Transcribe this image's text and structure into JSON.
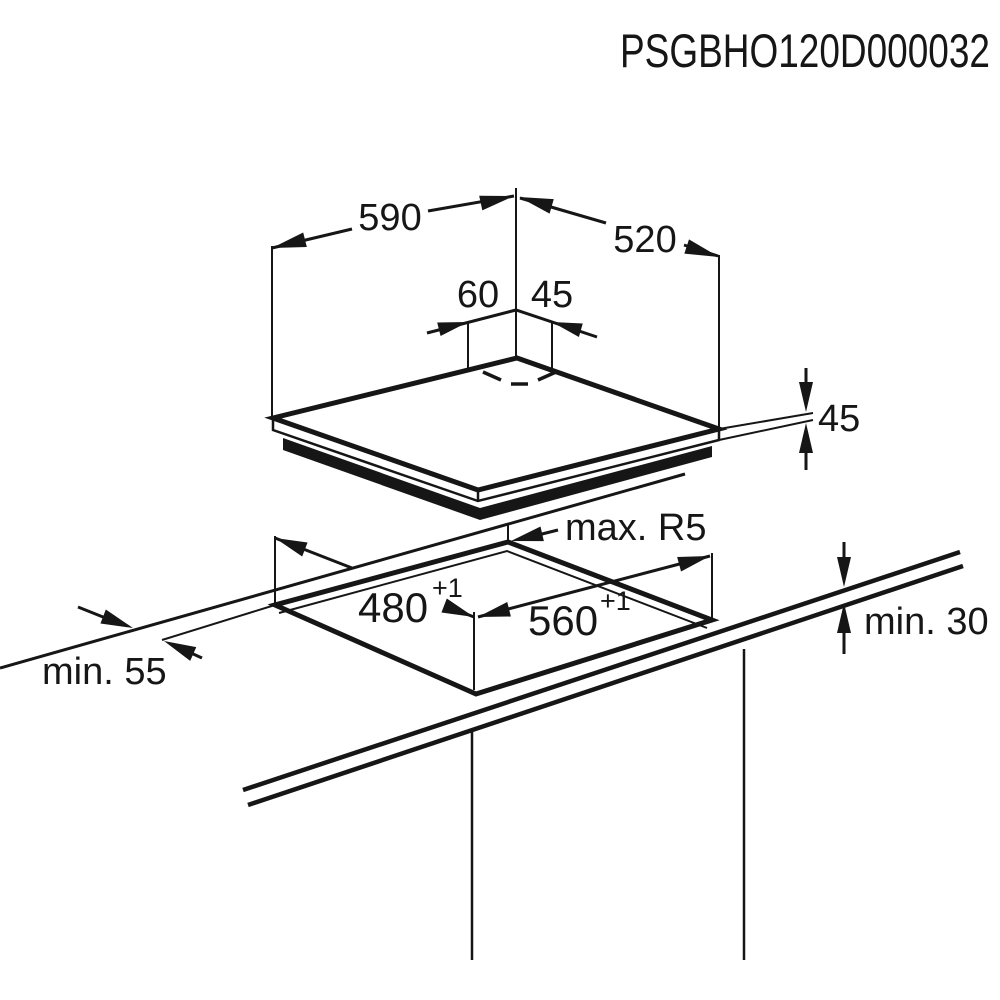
{
  "title": "PSGBHO120D000032",
  "hob_view": {
    "width": "590",
    "depth": "520",
    "offset_left": "60",
    "offset_right": "45",
    "height": "45"
  },
  "cutout_view": {
    "cutout_depth": "480",
    "cutout_depth_tolerance": "+1",
    "cutout_width": "560",
    "cutout_width_tolerance": "+1",
    "corner_radius": "max. R5",
    "rear_clearance": "min. 55",
    "worktop_thickness": "min. 30"
  }
}
